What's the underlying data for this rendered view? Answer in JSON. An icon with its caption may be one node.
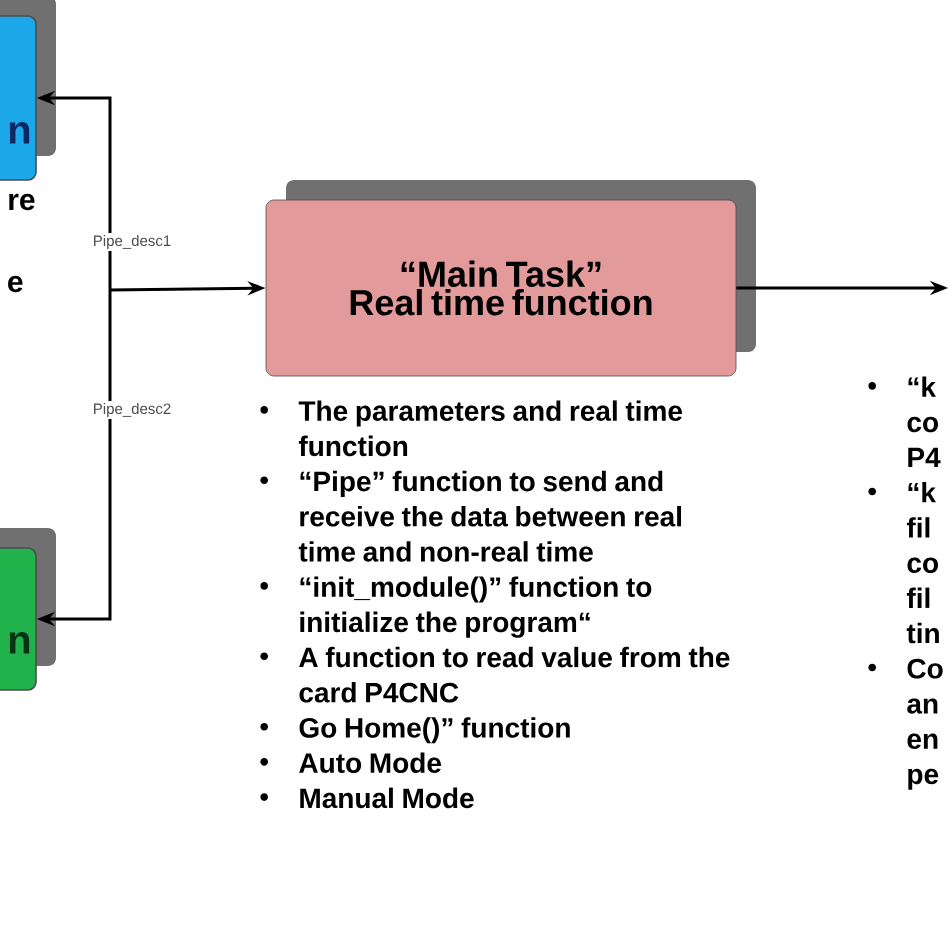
{
  "diagram": {
    "nodes": [
      {
        "text": [
          "n"
        ],
        "beside": [
          "re"
        ]
      },
      {
        "text": [
          "n"
        ]
      },
      {
        "text": [
          "“Main Task”",
          "Real time function"
        ],
        "beside": [
          "The parameters and real time function",
          "“Pipe” function to send and receive the data between real time and non-real time",
          "“init_module()” function to initialize the program“",
          "A function to read value from the card P4CNC",
          "Go Home()” function",
          "Auto Mode",
          "Manual Mode"
        ]
      }
    ],
    "edges": [
      {
        "from": null,
        "to": 0,
        "arrow": "to",
        "label": "Pipe_desc1"
      },
      {
        "from": null,
        "to": 1,
        "arrow": "to",
        "label": "Pipe_desc2"
      },
      {
        "from": null,
        "to": 2,
        "arrow": "to"
      },
      {
        "from": 2,
        "to": null,
        "arrow": "to"
      }
    ],
    "labels": [
      "e",
      "“k co P4",
      "“k fil co fil tin",
      "Co an en pe"
    ]
  }
}
